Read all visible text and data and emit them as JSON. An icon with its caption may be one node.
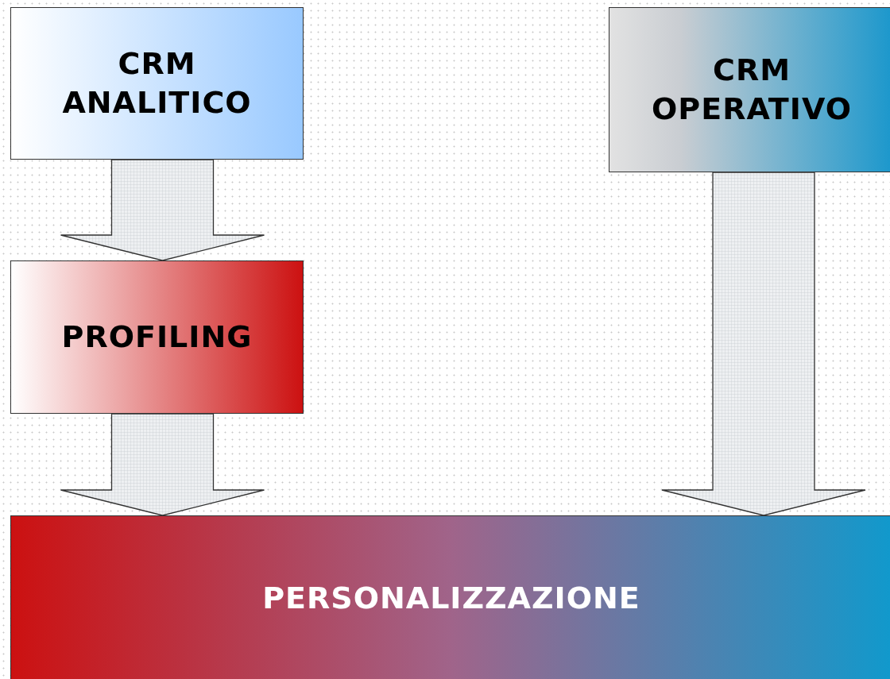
{
  "diagram": {
    "nodes": [
      {
        "text": [
          "CRM ANALITICO"
        ]
      },
      {
        "text": [
          "PROFILING"
        ]
      },
      {
        "text": [
          "CRM OPERATIVO"
        ]
      },
      {
        "text": [
          "PERSONALIZZAZIONE"
        ]
      }
    ],
    "edges": [
      {
        "from": 0,
        "to": 1,
        "arrow": "to"
      },
      {
        "from": 1,
        "to": 3,
        "arrow": "to"
      },
      {
        "from": 2,
        "to": 3,
        "arrow": "to"
      }
    ]
  }
}
